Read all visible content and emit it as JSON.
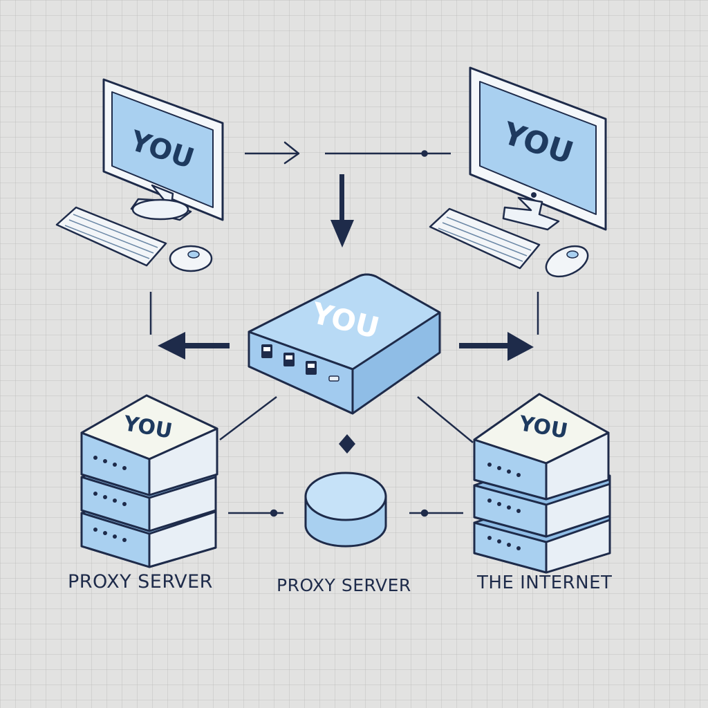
{
  "nodes": {
    "computer_left": {
      "label": "YOU"
    },
    "computer_right": {
      "label": "YOU"
    },
    "router_center": {
      "label": "YOU"
    },
    "server_left": {
      "label": "YOU",
      "caption": "PROXY SERVER"
    },
    "hub_center": {
      "caption": "PROXY SERVER"
    },
    "server_right": {
      "label": "YOU",
      "caption": "THE INTERNET"
    }
  },
  "colors": {
    "outline": "#1e2b4a",
    "screen_fill": "#a9d0f0",
    "device_fill": "#b8daf5",
    "device_body": "#e8eff6",
    "background": "#e2e2e1"
  },
  "icons": [
    "monitor-icon",
    "keyboard-icon",
    "mouse-icon",
    "router-icon",
    "server-stack-icon",
    "hub-icon",
    "arrow-icon"
  ]
}
